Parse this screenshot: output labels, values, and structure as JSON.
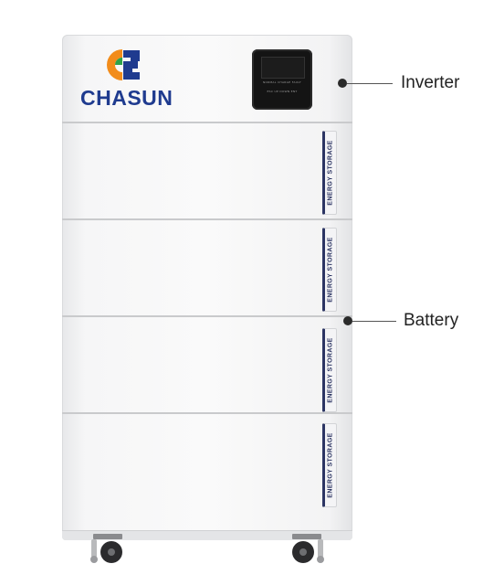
{
  "product": {
    "brand_name": "CHASUN",
    "logo_icon": "chasun-logo-icon",
    "inverter_screen": {
      "status_text": "NORMAL CHARGE FAULT",
      "keys_text": "ESC UP DOWN ENT"
    },
    "battery_modules": [
      {
        "tag_label": "ENERGY STORAGE"
      },
      {
        "tag_label": "ENERGY STORAGE"
      },
      {
        "tag_label": "ENERGY STORAGE"
      },
      {
        "tag_label": "ENERGY STORAGE"
      }
    ]
  },
  "callouts": {
    "inverter_label": "Inverter",
    "battery_label": "Battery"
  },
  "colors": {
    "brand_blue": "#1f3b8f",
    "logo_orange": "#f28c1b",
    "logo_green": "#2ea24a",
    "tag_navy": "#2c3563"
  }
}
